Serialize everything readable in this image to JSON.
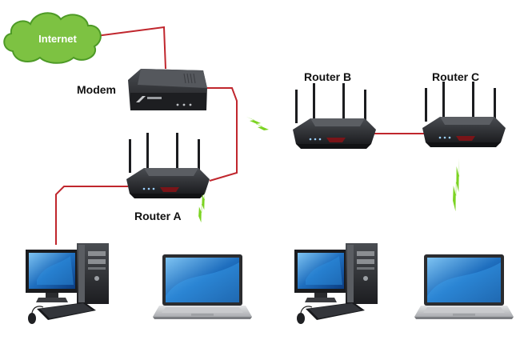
{
  "labels": {
    "internet": "Internet",
    "modem": "Modem",
    "router_a": "Router A",
    "router_b": "Router B",
    "router_c": "Router C"
  },
  "colors": {
    "cable": "#c0262d",
    "wireless": "#7bd321",
    "cloud": "#7dc242",
    "device_dark": "#2a2c30",
    "laptop_screen": "#1f6fbf"
  },
  "icons": [
    "cloud-icon",
    "modem-icon",
    "router-icon",
    "desktop-pc-icon",
    "laptop-icon",
    "wireless-signal-icon"
  ]
}
